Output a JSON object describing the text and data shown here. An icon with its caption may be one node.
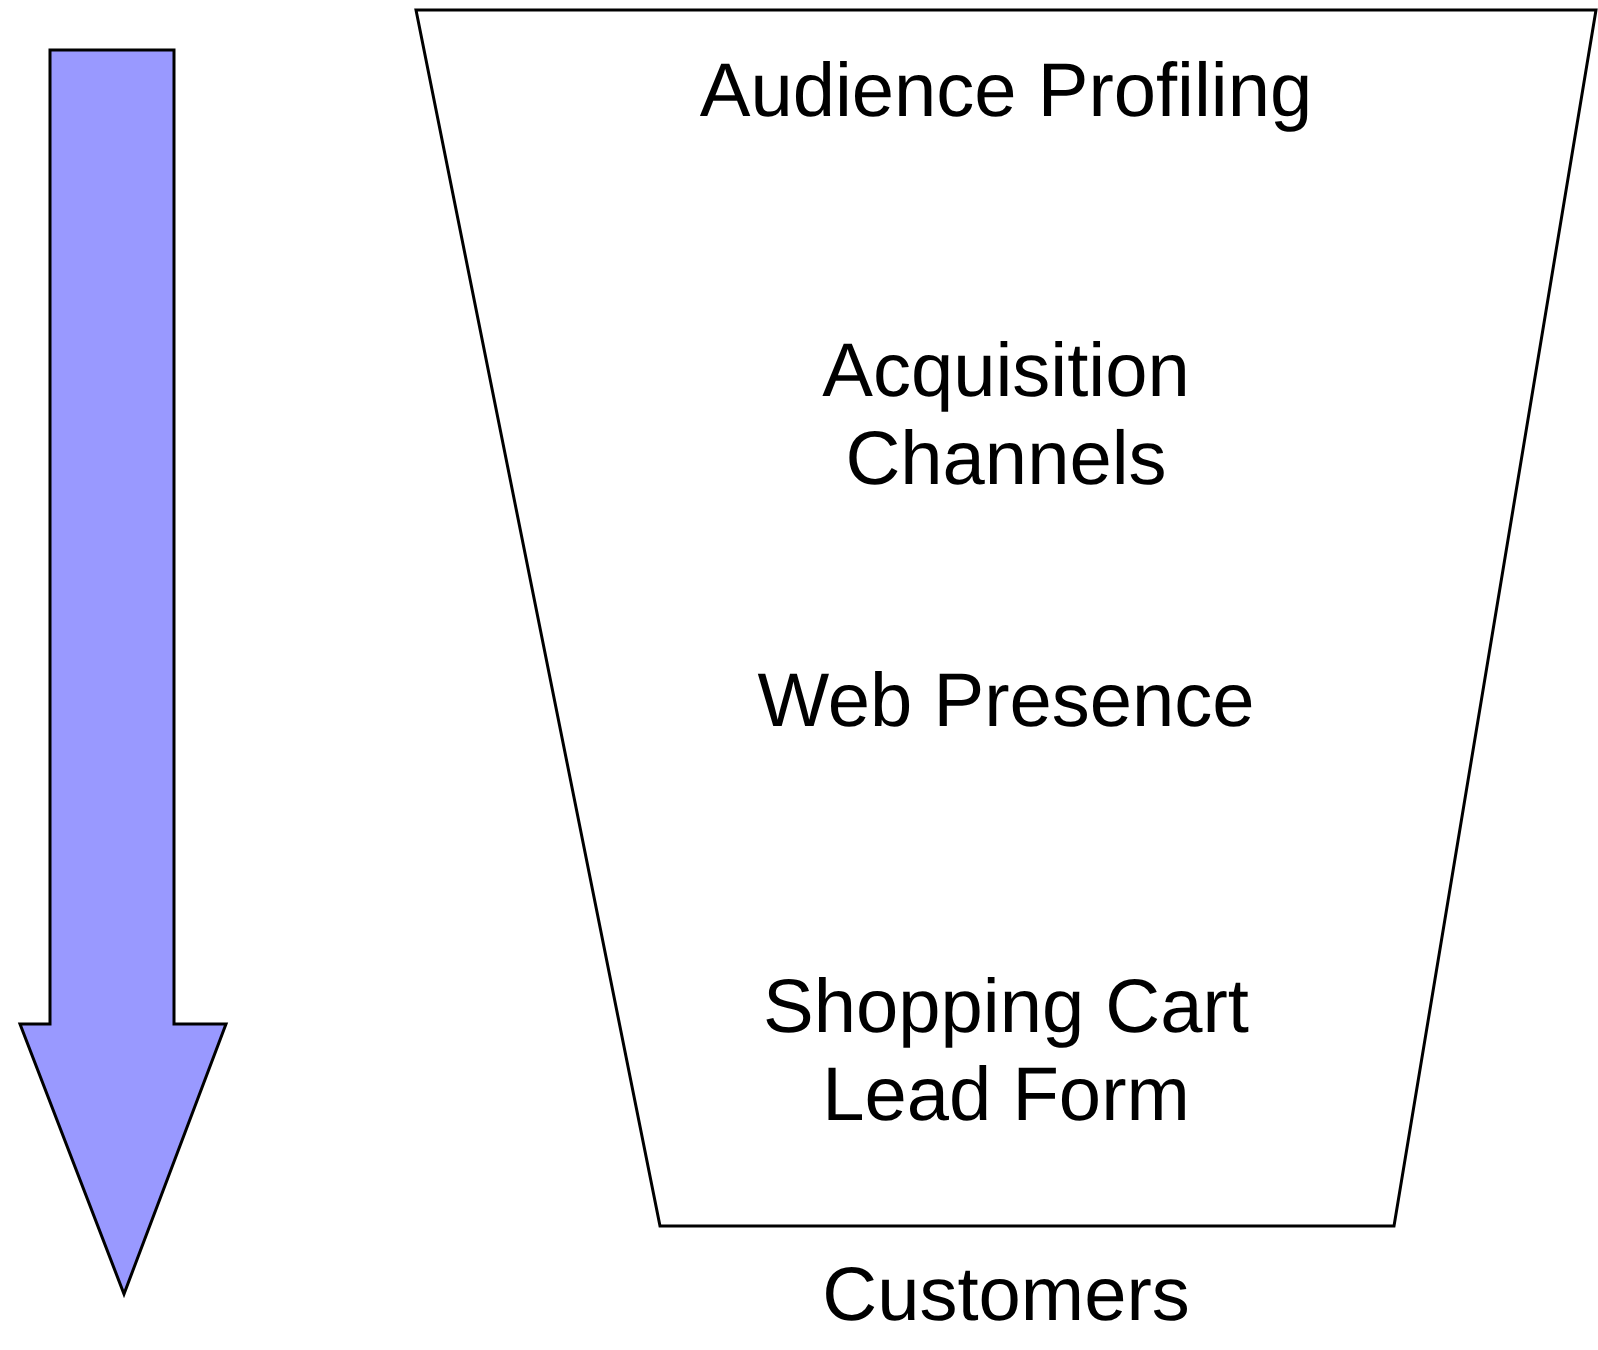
{
  "diagram": {
    "nodes": [
      {
        "text": [
          "Audience Profiling",
          "Acquisition Channels",
          "Web Presence",
          "Shopping Cart Lead Form"
        ],
        "beside": [
          "Customers"
        ]
      }
    ]
  }
}
